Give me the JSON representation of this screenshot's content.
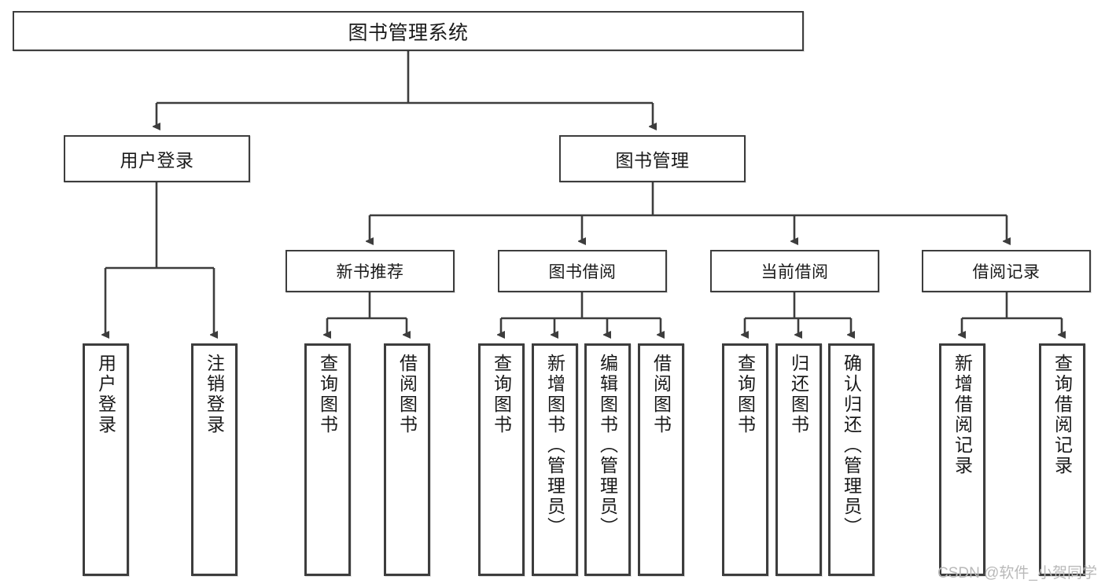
{
  "diagram": {
    "type": "hierarchy-tree",
    "title": "图书管理系统",
    "style": {
      "box_border_color": "#3d3d3d",
      "box_fill_color": "#ffffff",
      "text_color": "#1a1a1a",
      "connector_color": "#3d3d3d",
      "watermark_color": "#b9b9b9"
    },
    "root": {
      "label": "图书管理系统"
    },
    "level2": [
      {
        "id": "user-login",
        "label": "用户登录"
      },
      {
        "id": "book-management",
        "label": "图书管理"
      }
    ],
    "level3": [
      {
        "id": "new-book-recommend",
        "label": "新书推荐",
        "parent": "book-management"
      },
      {
        "id": "book-borrow",
        "label": "图书借阅",
        "parent": "book-management"
      },
      {
        "id": "current-borrow",
        "label": "当前借阅",
        "parent": "book-management"
      },
      {
        "id": "borrow-record",
        "label": "借阅记录",
        "parent": "book-management"
      }
    ],
    "leaves": {
      "user_login": [
        {
          "id": "leaf-user-login",
          "label": "用户登录"
        },
        {
          "id": "leaf-logout-login",
          "label": "注销登录"
        }
      ],
      "new_book_recommend": [
        {
          "id": "leaf-query-book-1",
          "label": "查询图书"
        },
        {
          "id": "leaf-borrow-book-1",
          "label": "借阅图书"
        }
      ],
      "book_borrow": [
        {
          "id": "leaf-query-book-2",
          "label": "查询图书"
        },
        {
          "id": "leaf-add-book",
          "label": "新增图书（管理员）"
        },
        {
          "id": "leaf-edit-book",
          "label": "编辑图书（管理员）"
        },
        {
          "id": "leaf-borrow-book-2",
          "label": "借阅图书"
        }
      ],
      "current_borrow": [
        {
          "id": "leaf-query-book-3",
          "label": "查询图书"
        },
        {
          "id": "leaf-return-book",
          "label": "归还图书"
        },
        {
          "id": "leaf-confirm-return",
          "label": "确认归还（管理员）"
        }
      ],
      "borrow_record": [
        {
          "id": "leaf-add-borrow-record",
          "label": "新增借阅记录"
        },
        {
          "id": "leaf-query-borrow-record",
          "label": "查询借阅记录"
        }
      ]
    }
  },
  "watermark": {
    "text": "CSDN @软件_小贺同学"
  }
}
